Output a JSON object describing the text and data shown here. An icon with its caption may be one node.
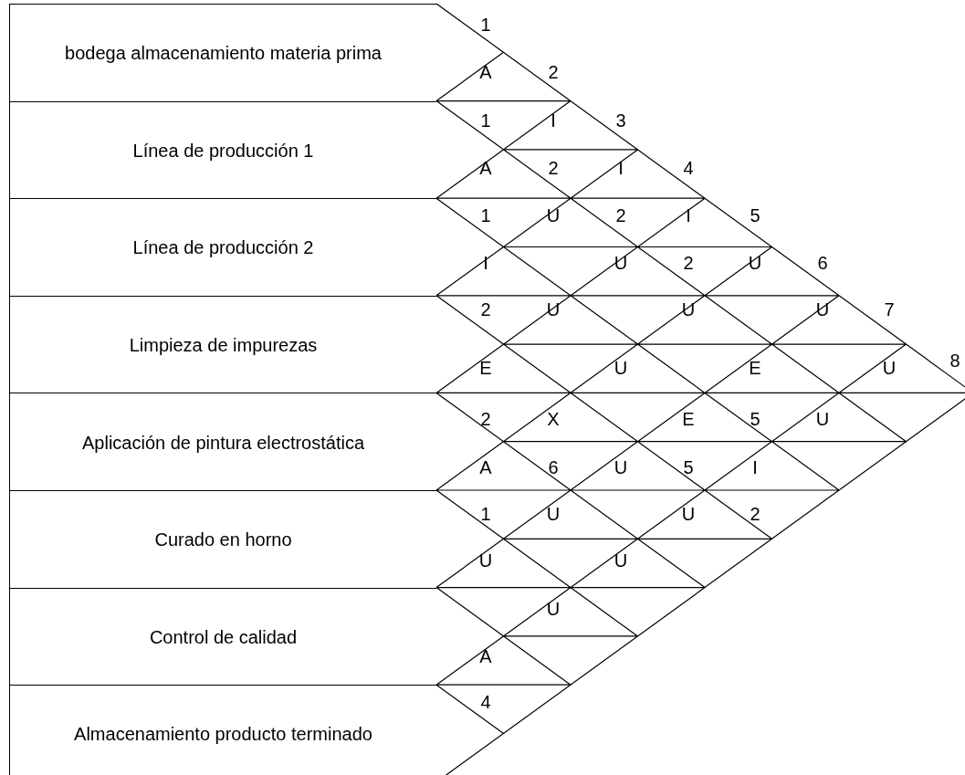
{
  "diagram": {
    "nodes": [
      {
        "text": [
          "bodega almacenamiento materia prima"
        ]
      },
      {
        "text": [
          "Línea de producción 1"
        ]
      },
      {
        "text": [
          "Línea de producción 2"
        ]
      },
      {
        "text": [
          "Limpieza de impurezas"
        ]
      },
      {
        "text": [
          "Aplicación de pintura electrostática"
        ]
      },
      {
        "text": [
          "Curado en horno"
        ]
      },
      {
        "text": [
          "Control de calidad"
        ]
      },
      {
        "text": [
          "Almacenamiento producto terminado"
        ]
      }
    ],
    "labels": [
      "1",
      "A",
      "2",
      "1",
      "I",
      "3",
      "A",
      "2",
      "I",
      "4",
      "1",
      "U",
      "2",
      "I",
      "5",
      "I",
      "U",
      "2",
      "U",
      "6",
      "2",
      "U",
      "U",
      "U",
      "7",
      "E",
      "U",
      "E",
      "U",
      "8",
      "2",
      "X",
      "E",
      "5",
      "U",
      "A",
      "6",
      "U",
      "5",
      "I",
      "1",
      "U",
      "U",
      "2",
      "U",
      "U",
      "U",
      "A",
      "4"
    ]
  }
}
